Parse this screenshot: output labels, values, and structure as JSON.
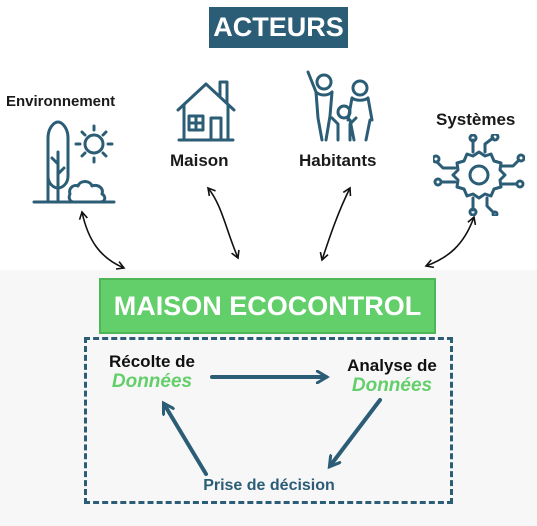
{
  "title": "ACTEURS",
  "actors": [
    {
      "label": "Environnement",
      "icon": "tree-sun-icon"
    },
    {
      "label": "Maison",
      "icon": "house-icon"
    },
    {
      "label": "Habitants",
      "icon": "family-icon"
    },
    {
      "label": "Systèmes",
      "icon": "gear-circuit-icon"
    }
  ],
  "main_box": "MAISON ECOCONTROL",
  "cycle": {
    "collect_line1": "Récolte de",
    "collect_line2": "Données",
    "analysis_line1": "Analyse de",
    "analysis_line2": "Données",
    "decision": "Prise de décision"
  },
  "colors": {
    "navy": "#2c5d76",
    "green": "#62cf6a",
    "icon_stroke": "#2c5d76"
  }
}
